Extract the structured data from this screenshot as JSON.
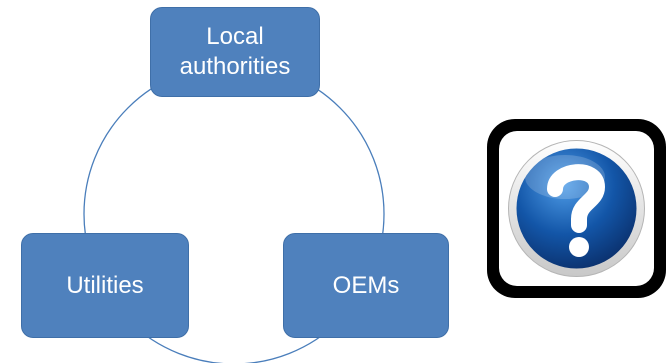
{
  "diagram": {
    "nodes": {
      "local_authorities": {
        "line1": "Local",
        "line2": "authorities"
      },
      "utilities": {
        "label": "Utilities"
      },
      "oems": {
        "label": "OEMs"
      }
    },
    "colors": {
      "node_fill": "#4f81bd",
      "node_text": "#ffffff",
      "connector": "#4a7ebb"
    }
  },
  "help_badge": {
    "icon": "question-mark-icon",
    "colors": {
      "frame": "#000000",
      "ring": "#ffffff",
      "disc": "#1356a8",
      "glyph": "#ffffff"
    }
  }
}
